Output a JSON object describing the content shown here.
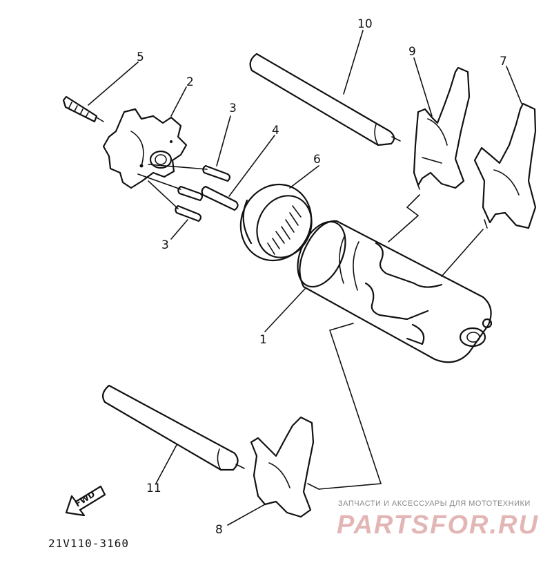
{
  "diagram": {
    "callouts": {
      "c1": "1",
      "c2": "2",
      "c3a": "3",
      "c3b": "3",
      "c4": "4",
      "c5": "5",
      "c6": "6",
      "c7": "7",
      "c8": "8",
      "c9": "9",
      "c10": "10",
      "c11": "11"
    },
    "fwd_label": "FWD",
    "drawing_code": "21V110-3160"
  },
  "watermark": {
    "tagline": "ЗАПЧАСТИ И АКСЕССУАРЫ ДЛЯ МОТОТЕХНИКИ",
    "brand": "PARTSFOR.RU"
  },
  "colors": {
    "line": "#111111",
    "background": "#ffffff",
    "watermark": "#e3b6b6"
  }
}
